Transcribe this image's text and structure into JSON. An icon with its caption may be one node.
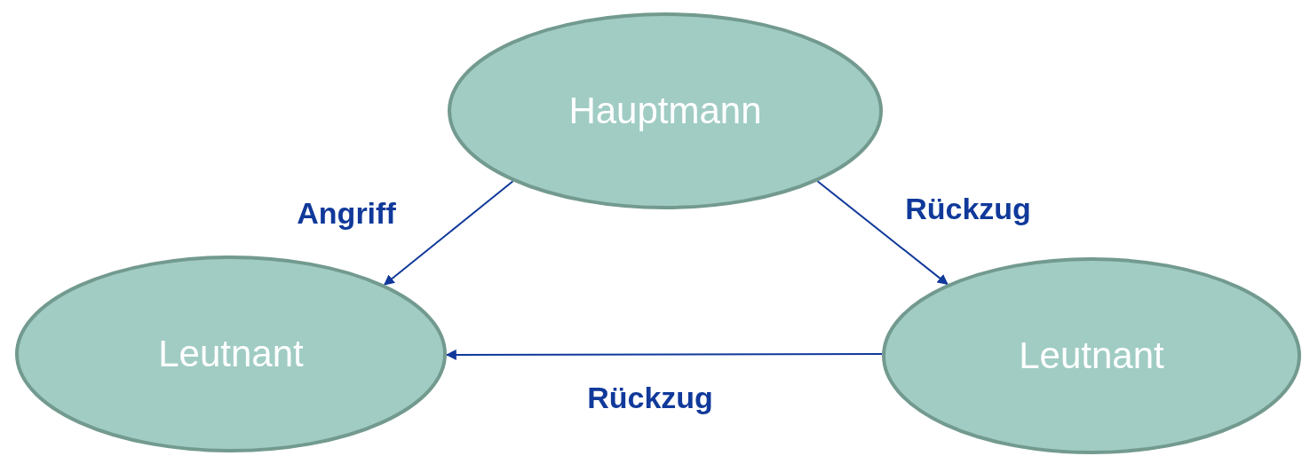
{
  "diagram": {
    "nodes": [
      {
        "text": [
          "Hauptmann"
        ]
      },
      {
        "text": [
          "Leutnant"
        ]
      },
      {
        "text": [
          "Leutnant"
        ]
      }
    ],
    "edges": [
      {
        "from": 0,
        "to": 1,
        "arrow": "to",
        "label": "Angriff"
      },
      {
        "from": 0,
        "to": 2,
        "arrow": "to",
        "label": "Rückzug"
      },
      {
        "from": 2,
        "to": 1,
        "arrow": "to",
        "label": "Rückzug"
      }
    ]
  }
}
